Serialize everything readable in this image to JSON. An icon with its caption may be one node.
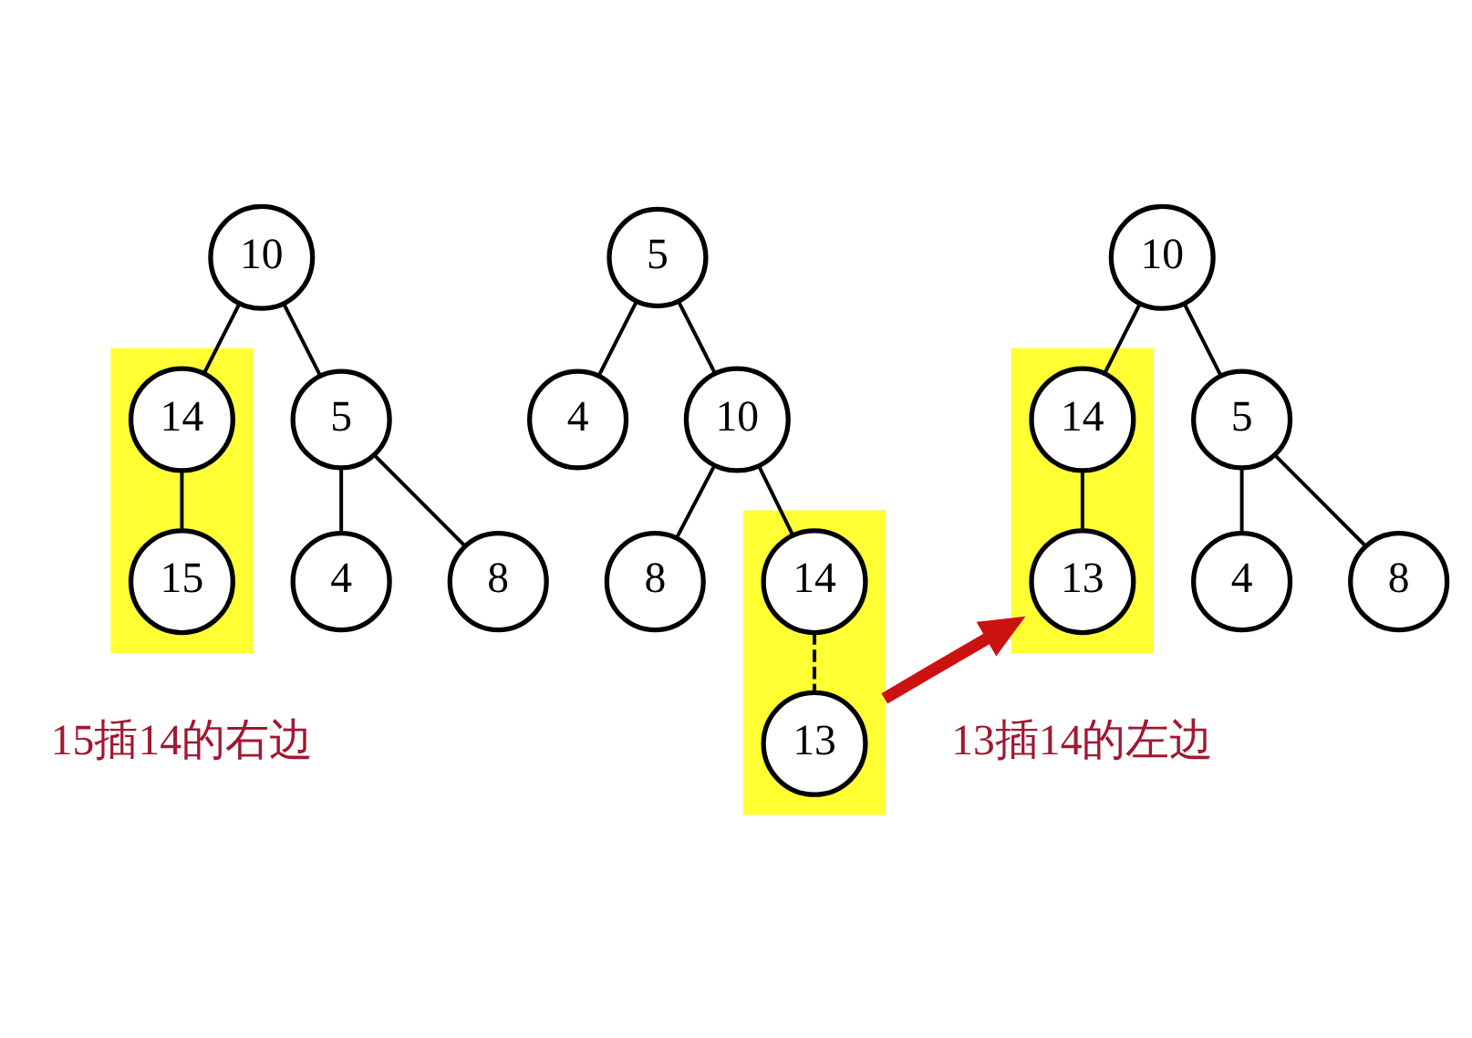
{
  "diagram": {
    "nodes": [
      {
        "text": [
          "10"
        ]
      },
      {
        "text": [
          "5"
        ]
      },
      {
        "text": [],
        "shape": "box"
      },
      {
        "text": [
          "14"
        ],
        "in": 2
      },
      {
        "text": [
          "4"
        ]
      },
      {
        "text": [
          "8"
        ]
      },
      {
        "text": [
          "15"
        ],
        "in": 2
      },
      {
        "text": [
          "5"
        ]
      },
      {
        "text": [
          "4"
        ]
      },
      {
        "text": [
          "10"
        ]
      },
      {
        "text": [
          "8"
        ]
      },
      {
        "text": [],
        "shape": "box"
      },
      {
        "text": [
          "14"
        ],
        "in": 11
      },
      {
        "text": [
          "13"
        ],
        "in": 11
      },
      {
        "text": [
          "10"
        ]
      },
      {
        "text": [
          "5"
        ]
      },
      {
        "text": [],
        "shape": "box"
      },
      {
        "text": [
          "14"
        ],
        "in": 16
      },
      {
        "text": [
          "4"
        ]
      },
      {
        "text": [
          "8"
        ]
      },
      {
        "text": [
          "13"
        ],
        "in": 16
      }
    ],
    "edges": [
      {
        "from": 0,
        "to": 1,
        "arrow": "none"
      },
      {
        "from": 0,
        "to": 3,
        "arrow": "none"
      },
      {
        "from": 1,
        "to": 4,
        "arrow": "none"
      },
      {
        "from": 1,
        "to": 5,
        "arrow": "none"
      },
      {
        "from": 3,
        "to": 6,
        "arrow": "none"
      },
      {
        "from": 7,
        "to": 8,
        "arrow": "none"
      },
      {
        "from": 7,
        "to": 9,
        "arrow": "none"
      },
      {
        "from": 9,
        "to": 10,
        "arrow": "none"
      },
      {
        "from": 9,
        "to": 12,
        "arrow": "none"
      },
      {
        "from": 12,
        "to": 13,
        "arrow": "none",
        "style": "dashed"
      },
      {
        "from": 14,
        "to": 15,
        "arrow": "none"
      },
      {
        "from": 14,
        "to": 17,
        "arrow": "none"
      },
      {
        "from": 15,
        "to": 18,
        "arrow": "none"
      },
      {
        "from": 15,
        "to": 19,
        "arrow": "none"
      },
      {
        "from": 17,
        "to": 20,
        "arrow": "none"
      },
      {
        "from": 11,
        "to": 16,
        "arrow": "to",
        "style": "thick",
        "color": "#cc1111"
      }
    ],
    "labels": [
      "15插14的右边",
      "13插14的左边"
    ]
  }
}
